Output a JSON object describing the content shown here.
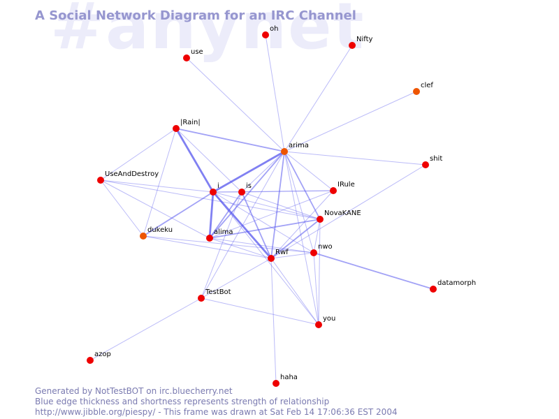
{
  "watermark": "#anynet",
  "title": "A Social Network Diagram for an IRC Channel",
  "footer": {
    "line1": "Generated by NotTestBOT on irc.bluecherry.net",
    "line2": "Blue edge thickness and shortness represents strength of relationship",
    "line3": "http://www.jibble.org/piespy/ - This frame was drawn at Sat Feb 14 17:06:36 EST 2004"
  },
  "colors": {
    "edge": "#5555ee",
    "node_active": "#ee0000",
    "node_idle": "#ee5500",
    "title": "#9696cf",
    "watermark": "#ececfa",
    "footer": "#7a7ab0"
  },
  "nodes": [
    {
      "id": "oh",
      "label": "oh",
      "state": "active"
    },
    {
      "id": "use",
      "label": "use",
      "state": "active"
    },
    {
      "id": "Nifty",
      "label": "Nifty",
      "state": "active"
    },
    {
      "id": "clef",
      "label": "clef",
      "state": "idle"
    },
    {
      "id": "Rain",
      "label": "|Rain|",
      "state": "active"
    },
    {
      "id": "arima",
      "label": "arima",
      "state": "idle"
    },
    {
      "id": "shit",
      "label": "shit",
      "state": "active"
    },
    {
      "id": "UseAndDestroy",
      "label": "UseAndDestroy",
      "state": "active"
    },
    {
      "id": "i",
      "label": "i",
      "state": "active"
    },
    {
      "id": "is",
      "label": "is",
      "state": "active"
    },
    {
      "id": "IRule",
      "label": "IRule",
      "state": "active"
    },
    {
      "id": "NovaKANE",
      "label": "NovaKANE",
      "state": "active"
    },
    {
      "id": "dukeku",
      "label": "dukeku",
      "state": "idle"
    },
    {
      "id": "alima",
      "label": "alima",
      "state": "active"
    },
    {
      "id": "nwo",
      "label": "nwo",
      "state": "active"
    },
    {
      "id": "Rwf",
      "label": "Rwf",
      "state": "active"
    },
    {
      "id": "datamorph",
      "label": "datamorph",
      "state": "active"
    },
    {
      "id": "TestBot",
      "label": "TestBot",
      "state": "active"
    },
    {
      "id": "you",
      "label": "you",
      "state": "active"
    },
    {
      "id": "azop",
      "label": "azop",
      "state": "active"
    },
    {
      "id": "haha",
      "label": "haha",
      "state": "active"
    }
  ],
  "edges": [
    {
      "source": "arima",
      "target": "oh",
      "strength": 1
    },
    {
      "source": "arima",
      "target": "use",
      "strength": 1
    },
    {
      "source": "arima",
      "target": "Nifty",
      "strength": 1
    },
    {
      "source": "arima",
      "target": "clef",
      "strength": 1
    },
    {
      "source": "arima",
      "target": "shit",
      "strength": 1
    },
    {
      "source": "arima",
      "target": "Rain",
      "strength": 2
    },
    {
      "source": "arima",
      "target": "i",
      "strength": 3
    },
    {
      "source": "arima",
      "target": "is",
      "strength": 1
    },
    {
      "source": "arima",
      "target": "IRule",
      "strength": 1
    },
    {
      "source": "arima",
      "target": "NovaKANE",
      "strength": 2
    },
    {
      "source": "arima",
      "target": "nwo",
      "strength": 1
    },
    {
      "source": "arima",
      "target": "Rwf",
      "strength": 2
    },
    {
      "source": "arima",
      "target": "alima",
      "strength": 2
    },
    {
      "source": "arima",
      "target": "TestBot",
      "strength": 1
    },
    {
      "source": "arima",
      "target": "you",
      "strength": 1
    },
    {
      "source": "Rain",
      "target": "i",
      "strength": 3
    },
    {
      "source": "Rain",
      "target": "UseAndDestroy",
      "strength": 1
    },
    {
      "source": "Rain",
      "target": "dukeku",
      "strength": 1
    },
    {
      "source": "Rain",
      "target": "is",
      "strength": 1
    },
    {
      "source": "UseAndDestroy",
      "target": "i",
      "strength": 1
    },
    {
      "source": "UseAndDestroy",
      "target": "dukeku",
      "strength": 1
    },
    {
      "source": "UseAndDestroy",
      "target": "alima",
      "strength": 1
    },
    {
      "source": "UseAndDestroy",
      "target": "NovaKANE",
      "strength": 1
    },
    {
      "source": "i",
      "target": "is",
      "strength": 1
    },
    {
      "source": "i",
      "target": "alima",
      "strength": 3
    },
    {
      "source": "i",
      "target": "Rwf",
      "strength": 3
    },
    {
      "source": "i",
      "target": "NovaKANE",
      "strength": 1
    },
    {
      "source": "i",
      "target": "nwo",
      "strength": 1
    },
    {
      "source": "i",
      "target": "IRule",
      "strength": 1
    },
    {
      "source": "i",
      "target": "dukeku",
      "strength": 2
    },
    {
      "source": "i",
      "target": "you",
      "strength": 1
    },
    {
      "source": "is",
      "target": "Rwf",
      "strength": 2
    },
    {
      "source": "is",
      "target": "alima",
      "strength": 2
    },
    {
      "source": "is",
      "target": "NovaKANE",
      "strength": 1
    },
    {
      "source": "is",
      "target": "IRule",
      "strength": 1
    },
    {
      "source": "is",
      "target": "TestBot",
      "strength": 1
    },
    {
      "source": "alima",
      "target": "NovaKANE",
      "strength": 2
    },
    {
      "source": "alima",
      "target": "IRule",
      "strength": 1
    },
    {
      "source": "alima",
      "target": "Rwf",
      "strength": 1
    },
    {
      "source": "alima",
      "target": "nwo",
      "strength": 1
    },
    {
      "source": "dukeku",
      "target": "nwo",
      "strength": 1
    },
    {
      "source": "dukeku",
      "target": "Rwf",
      "strength": 1
    },
    {
      "source": "NovaKANE",
      "target": "Rwf",
      "strength": 2
    },
    {
      "source": "NovaKANE",
      "target": "nwo",
      "strength": 1
    },
    {
      "source": "NovaKANE",
      "target": "you",
      "strength": 1
    },
    {
      "source": "shit",
      "target": "Rwf",
      "strength": 1
    },
    {
      "source": "IRule",
      "target": "Rwf",
      "strength": 1
    },
    {
      "source": "nwo",
      "target": "Rwf",
      "strength": 1
    },
    {
      "source": "nwo",
      "target": "you",
      "strength": 1
    },
    {
      "source": "nwo",
      "target": "datamorph",
      "strength": 2
    },
    {
      "source": "Rwf",
      "target": "TestBot",
      "strength": 1
    },
    {
      "source": "Rwf",
      "target": "haha",
      "strength": 1
    },
    {
      "source": "Rwf",
      "target": "you",
      "strength": 1
    },
    {
      "source": "TestBot",
      "target": "azop",
      "strength": 1
    },
    {
      "source": "TestBot",
      "target": "you",
      "strength": 1
    }
  ]
}
